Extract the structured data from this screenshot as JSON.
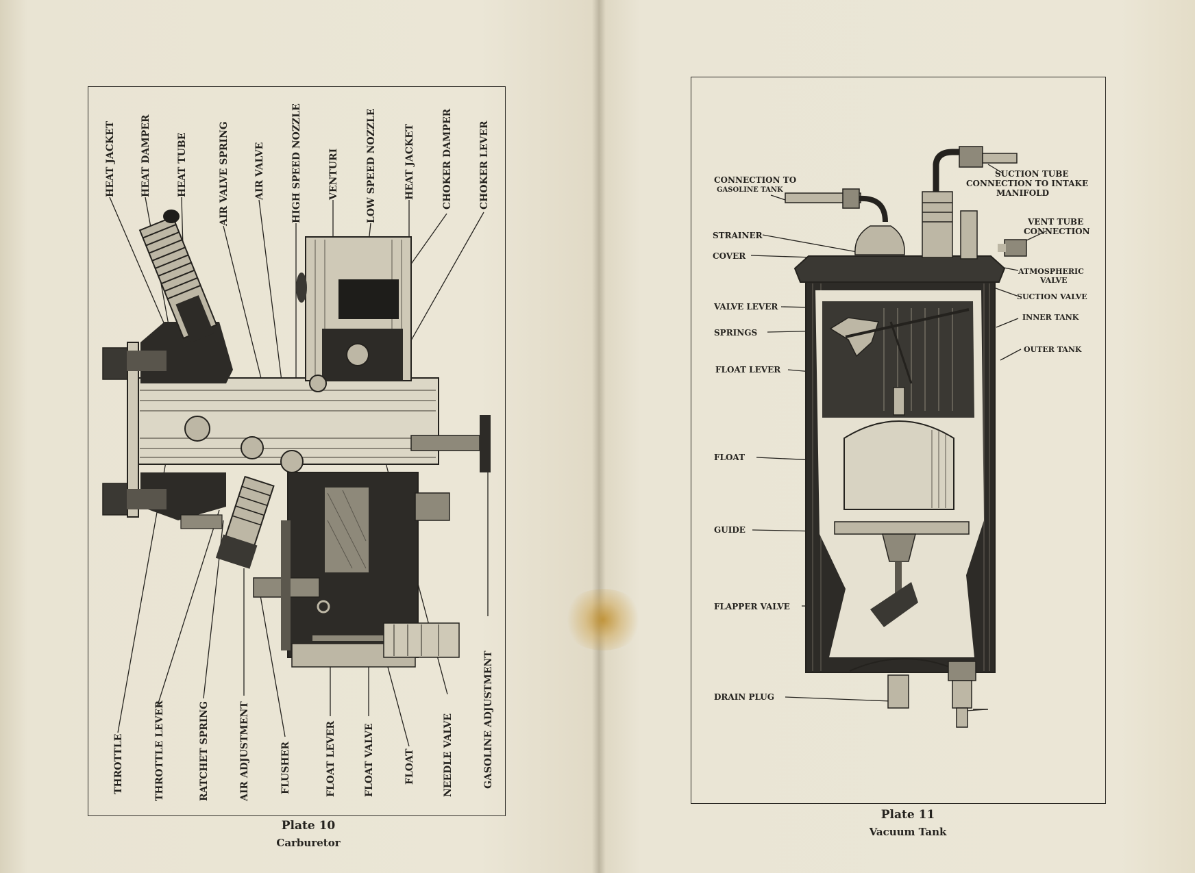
{
  "plate10": {
    "plate_label": "Plate 10",
    "title": "Carburetor",
    "top_labels": [
      {
        "name": "label-heat-jacket",
        "text": "HEAT   JACKET"
      },
      {
        "name": "label-heat-damper",
        "text": "HEAT   DAMPER"
      },
      {
        "name": "label-heat-tube",
        "text": "HEAT   TUBE"
      },
      {
        "name": "label-air-valve-spring",
        "text": "AIR  VALVE  SPRING"
      },
      {
        "name": "label-air-valve",
        "text": "AIR   VALVE"
      },
      {
        "name": "label-high-speed-nozzle",
        "text": "HIGH  SPEED NOZZLE"
      },
      {
        "name": "label-venturi",
        "text": "VENTURI"
      },
      {
        "name": "label-low-speed-nozzle",
        "text": "LOW SPEED NOZZLE"
      },
      {
        "name": "label-heat-jacket-2",
        "text": "HEAT JACKET"
      },
      {
        "name": "label-choker-damper",
        "text": "CHOKER  DAMPER"
      },
      {
        "name": "label-choker-lever",
        "text": "CHOKER   LEVER"
      }
    ],
    "bottom_labels": [
      {
        "name": "label-throttle",
        "text": "THROTTLE"
      },
      {
        "name": "label-throttle-lever",
        "text": "THROTTLE LEVER"
      },
      {
        "name": "label-ratchet-spring",
        "text": "RATCHET  SPRING"
      },
      {
        "name": "label-air-adjustment",
        "text": "AIR ADJUSTMENT"
      },
      {
        "name": "label-flusher",
        "text": "FLUSHER"
      },
      {
        "name": "label-float-lever",
        "text": "FLOAT  LEVER"
      },
      {
        "name": "label-float-valve",
        "text": "FLOAT   VALVE"
      },
      {
        "name": "label-float",
        "text": "FLOAT"
      },
      {
        "name": "label-needle-valve",
        "text": "NEEDLE    VALVE"
      },
      {
        "name": "label-gasoline-adjustment",
        "text": "GASOLINE     ADJUSTMENT"
      }
    ]
  },
  "plate11": {
    "plate_label": "Plate 11",
    "title": "Vacuum Tank",
    "labels": {
      "connection_gas_1": "CONNECTION TO",
      "connection_gas_2": "GASOLINE TANK",
      "suction_tube_1": "SUCTION TUBE",
      "suction_tube_2": "CONNECTION TO INTAKE",
      "suction_tube_3": "MANIFOLD",
      "strainer": "STRAINER",
      "cover": "COVER",
      "vent_tube_1": "VENT TUBE",
      "vent_tube_2": "CONNECTION",
      "atmospheric_1": "ATMOSPHERIC",
      "atmospheric_2": "VALVE",
      "suction_valve": "SUCTION VALVE",
      "valve_lever": "VALVE LEVER",
      "inner_tank": "INNER TANK",
      "springs": "SPRINGS",
      "outer_tank": "OUTER TANK",
      "float_lever": "FLOAT LEVER",
      "float": "FLOAT",
      "guide": "GUIDE",
      "flapper_valve": "FLAPPER VALVE",
      "drain_plug": "DRAIN PLUG"
    }
  },
  "colors": {
    "ink": "#24221e",
    "paper": "#ebe6d6",
    "stain": "#c8962f"
  }
}
